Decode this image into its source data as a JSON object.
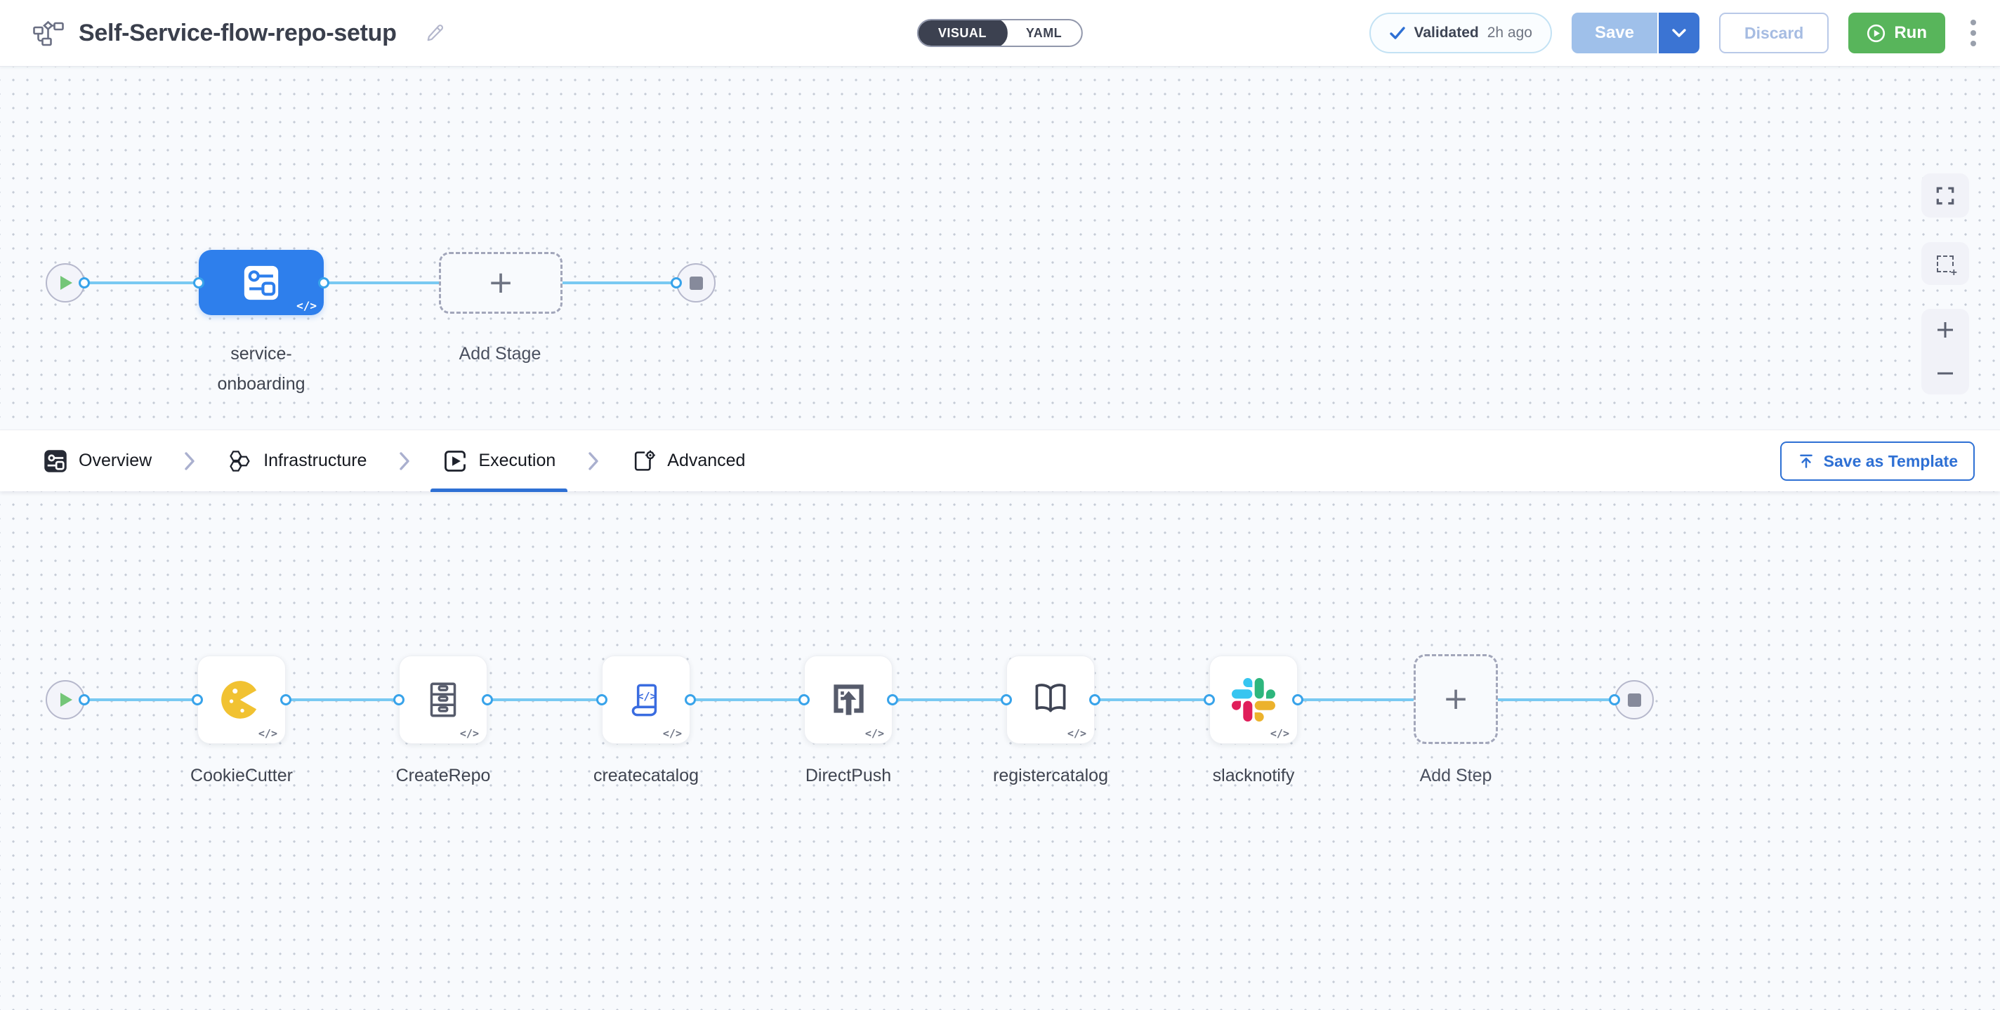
{
  "header": {
    "title": "Self-Service-flow-repo-setup",
    "mode_toggle": {
      "visual_label": "VISUAL",
      "yaml_label": "YAML"
    },
    "validation_badge": {
      "status": "Validated",
      "time_ago": "2h ago"
    },
    "save_label": "Save",
    "discard_label": "Discard",
    "run_label": "Run"
  },
  "stage_canvas": {
    "stage_label_line1": "service-",
    "stage_label_line2": "onboarding",
    "add_stage_label": "Add Stage",
    "add_stage_plus": "+",
    "code_badge": "</>"
  },
  "tab_bar": {
    "tabs": [
      {
        "label": "Overview"
      },
      {
        "label": "Infrastructure"
      },
      {
        "label": "Execution",
        "active": true
      },
      {
        "label": "Advanced"
      }
    ],
    "save_as_template_label": "Save as Template"
  },
  "execution_canvas": {
    "steps": [
      {
        "label": "CookieCutter"
      },
      {
        "label": "CreateRepo"
      },
      {
        "label": "createcatalog"
      },
      {
        "label": "DirectPush"
      },
      {
        "label": "registercatalog"
      },
      {
        "label": "slacknotify"
      }
    ],
    "add_step_label": "Add Step",
    "add_step_plus": "+",
    "code_badge": "</>"
  },
  "colors": {
    "accent_blue": "#2e70d4",
    "stage_blue": "#2e7fec",
    "connector_blue": "#79c9f2",
    "port_blue": "#38a3ea",
    "run_green": "#58b55b",
    "toggle_dark": "#3c4150",
    "canvas_bg": "#f8fafd"
  }
}
